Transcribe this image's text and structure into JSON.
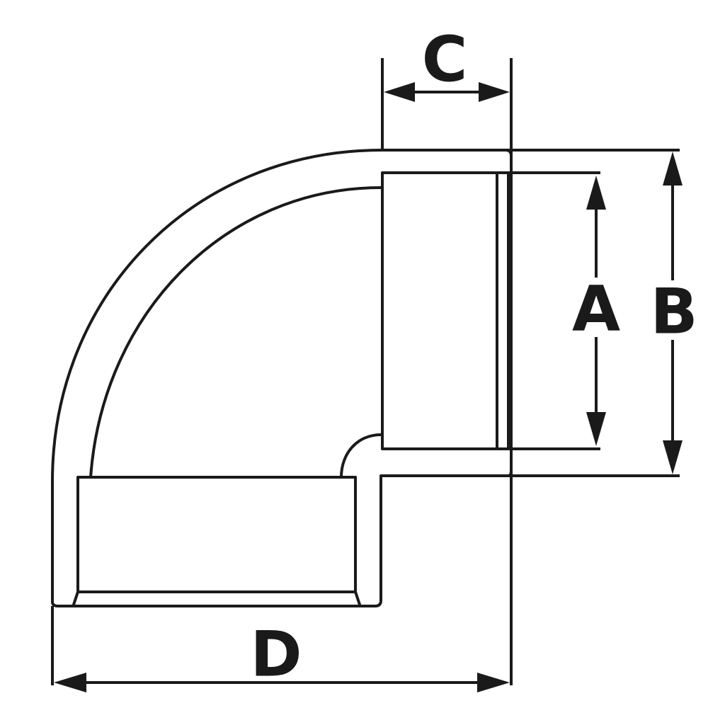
{
  "diagram": {
    "colors": {
      "stroke": "#1a1a1a",
      "background": "#ffffff"
    },
    "dimensions": {
      "a": {
        "label": "A"
      },
      "b": {
        "label": "B"
      },
      "c": {
        "label": "C"
      },
      "d": {
        "label": "D"
      }
    }
  }
}
